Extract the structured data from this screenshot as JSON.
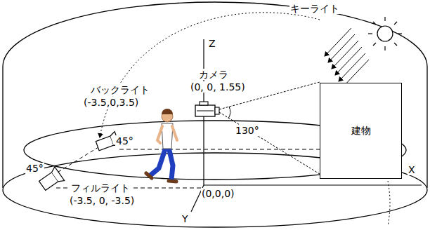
{
  "diagram": {
    "nodes": [
      {
        "text": [
          "建物"
        ]
      }
    ],
    "labels": [
      "キーライト",
      "Z",
      "カメラ",
      "(0, 0, 1.55)",
      "130°",
      "バックライト",
      "(-3.5,0,3.5)",
      "45°",
      "X",
      "45°",
      "フィルライト",
      "(-3.5, 0, -3.5)",
      "(0,0,0)",
      "Y"
    ]
  }
}
